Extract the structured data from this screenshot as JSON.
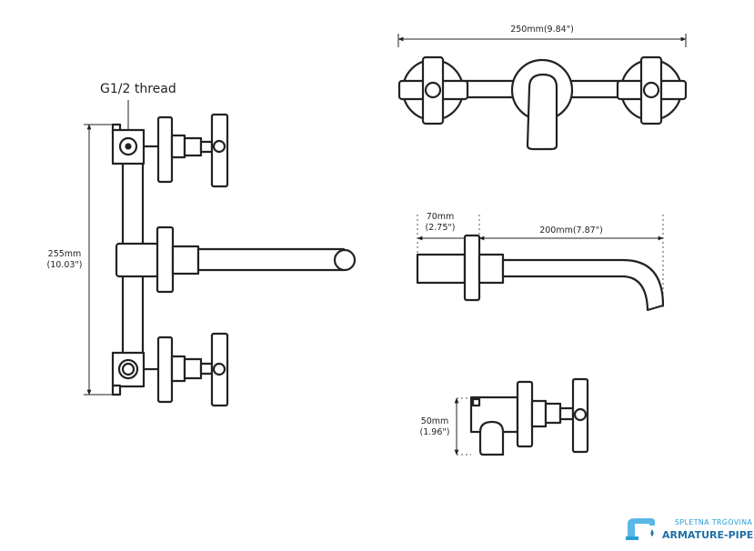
{
  "labels": {
    "thread": "G1/2 thread",
    "height_mm": "255mm",
    "height_in": "(10.03\")",
    "width_top": "250mm(9.84\")",
    "depth_mm": "70mm",
    "depth_in": "(2.75\")",
    "spout_len": "200mm(7.87\")",
    "small_mm": "50mm",
    "small_in": "(1.96\")"
  },
  "logo": {
    "line1": "SPLETNA TRGOVINA",
    "line2": "ARMATURE-PIPE.SI",
    "color": "#2a9fd6"
  }
}
